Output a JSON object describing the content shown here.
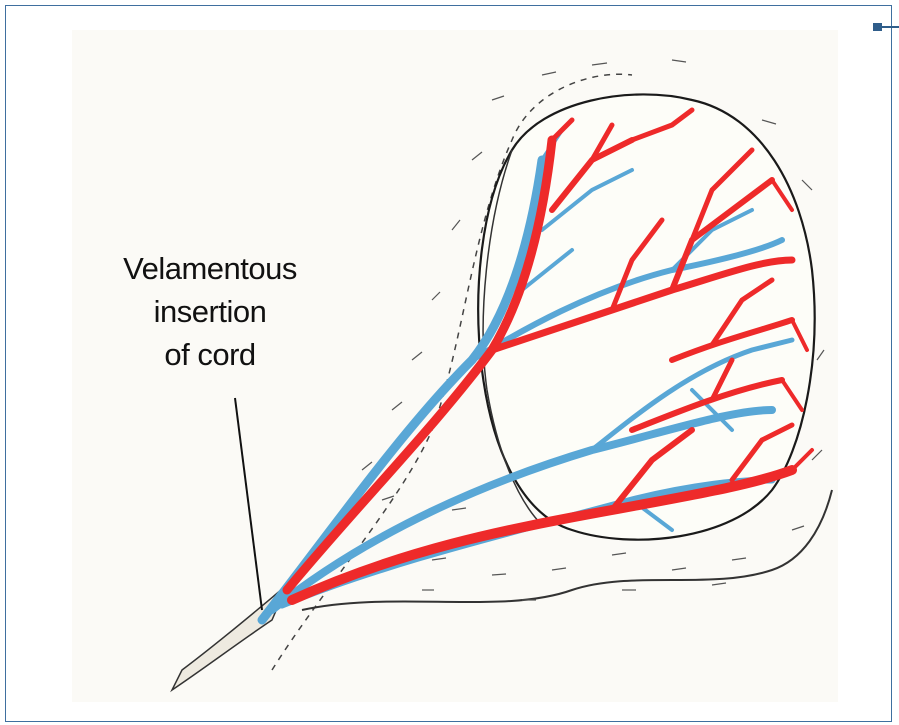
{
  "figure": {
    "label_lines": [
      "Velamentous",
      "insertion",
      "of cord"
    ]
  },
  "colors": {
    "frame": "#3f6f9f",
    "arteries": "#ee2a2a",
    "veins": "#59a7d6",
    "outline": "#1a1a1a",
    "marker": "#2f5d8a"
  },
  "icons": {
    "corner_marker": "arrow-marker-icon"
  }
}
